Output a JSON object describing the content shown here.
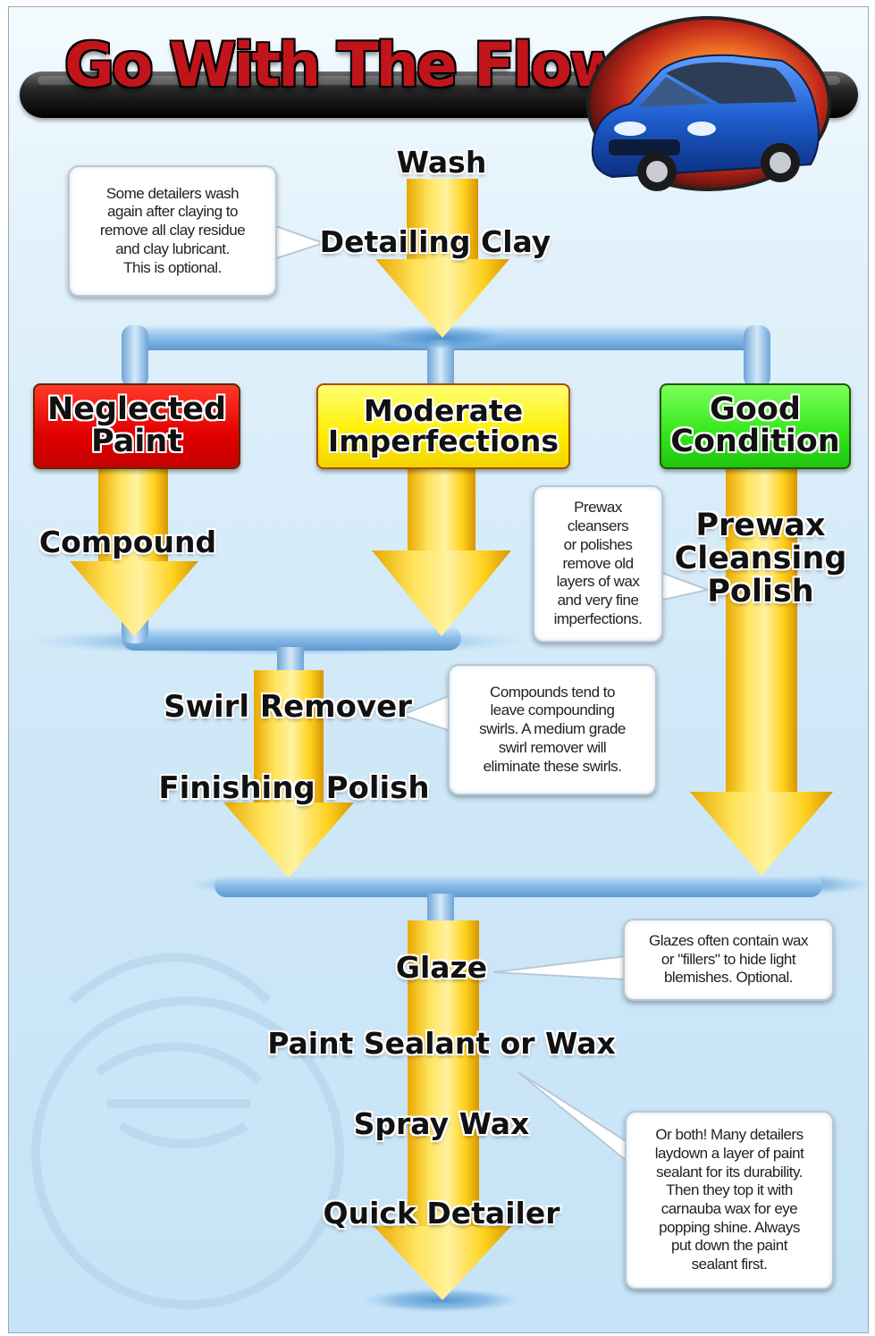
{
  "title": "Go With The Flow",
  "colors": {
    "neglected": "#e10000",
    "moderate": "#ffee00",
    "good": "#33e61a",
    "arrow": "#ffd21f",
    "pipe": "#7fb2e0"
  },
  "steps": {
    "wash": "Wash",
    "clay": "Detailing Clay",
    "compound": "Compound",
    "prewax": "Prewax\nCleansing\nPolish",
    "swirl": "Swirl Remover",
    "finishing": "Finishing Polish",
    "glaze": "Glaze",
    "sealant": "Paint Sealant or Wax",
    "spray": "Spray Wax",
    "quick": "Quick Detailer"
  },
  "paths": {
    "neglected": "Neglected\nPaint",
    "moderate": "Moderate\nImperfections",
    "good": "Good\nCondition"
  },
  "notes": {
    "clay": "Some detailers wash\nagain after claying to\nremove all clay  residue\nand clay lubricant.\nThis is optional.",
    "prewax": "Prewax\ncleansers\nor polishes\nremove old\nlayers of wax\nand very fine\nimperfections.",
    "swirl": "Compounds tend to\nleave compounding\nswirls. A medium grade\nswirl remover will\neliminate these swirls.",
    "glaze": "Glazes often  contain wax\nor \"fillers\" to hide light\nblemishes. Optional.",
    "sealant": "Or both! Many detailers\nlaydown a layer of paint\nsealant for its durability.\nThen they top it with\ncarnauba wax for eye\npopping shine. Always\nput down the paint\nsealant first."
  },
  "icons": {
    "car": "blue-hatchback-car-icon",
    "mascot": "mascot-watermark-icon"
  }
}
